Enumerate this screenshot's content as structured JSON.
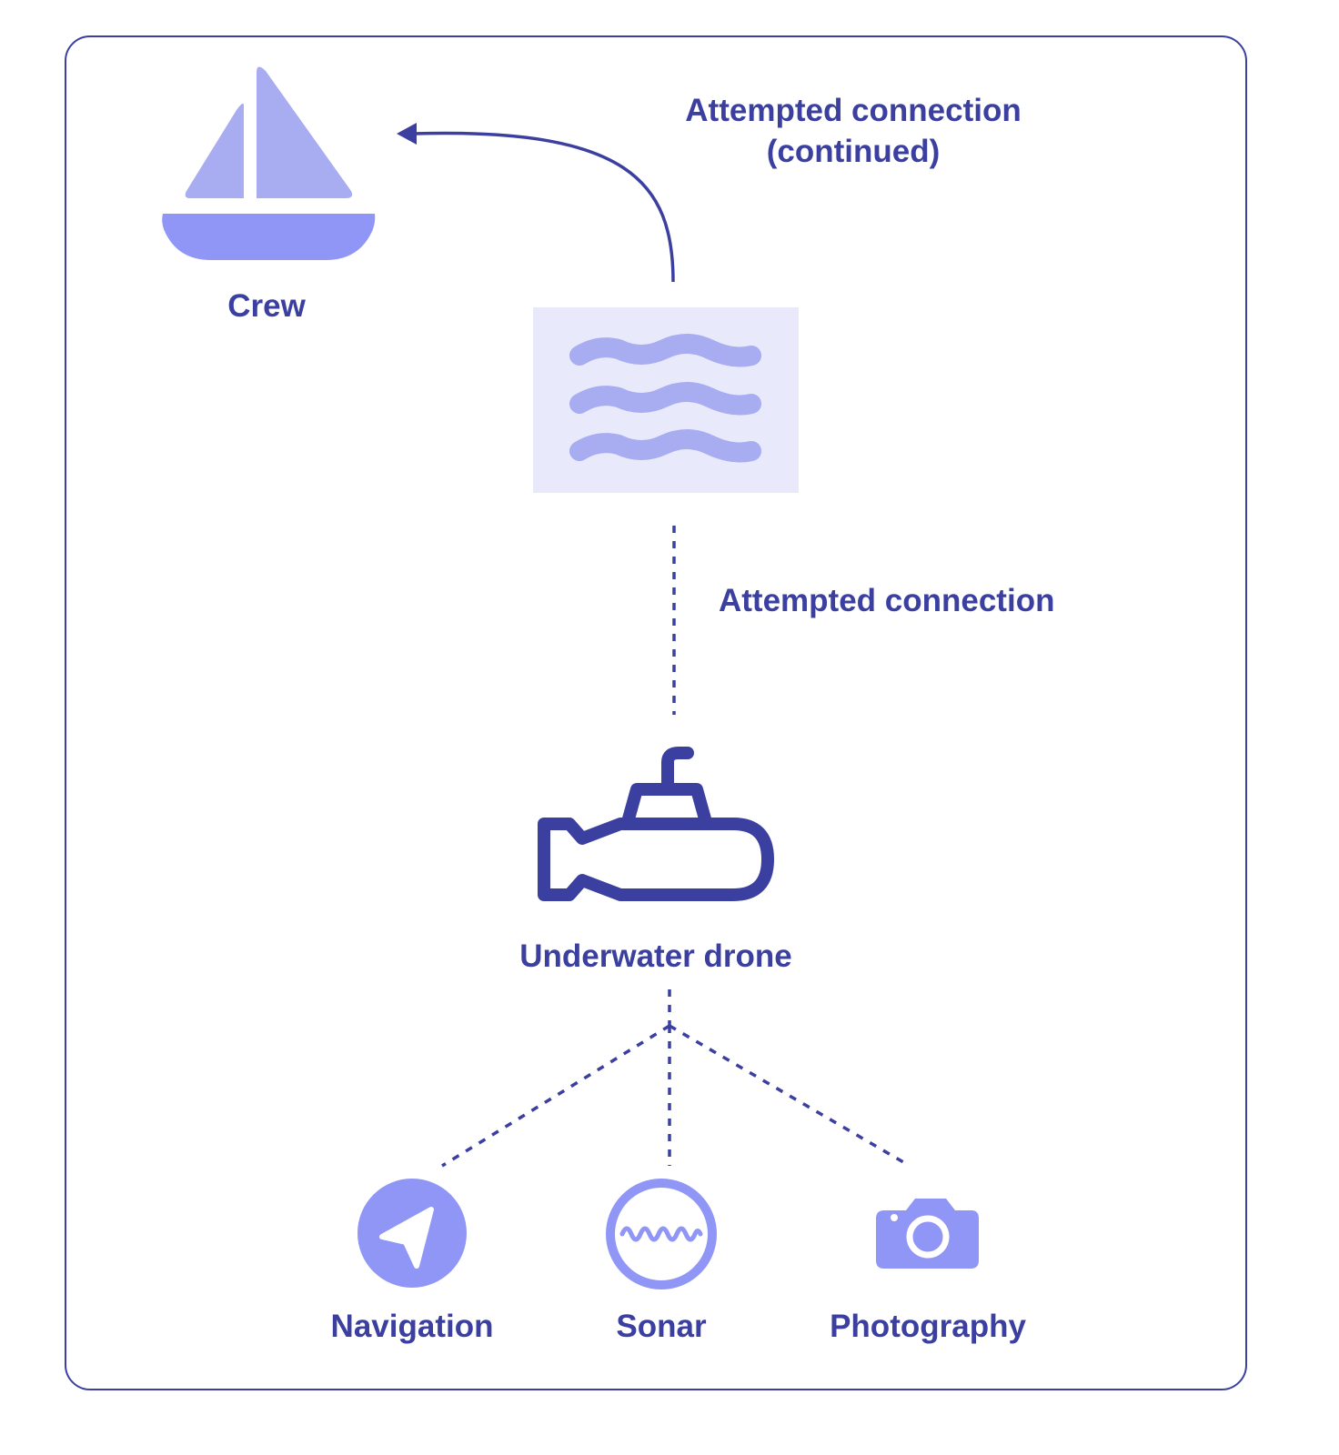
{
  "colors": {
    "primary": "#3b40a0",
    "icon_fill": "#9096f5",
    "sail_fill": "#a8acf0",
    "water_bg": "#e8eafc",
    "wave_fill": "#a8acf0"
  },
  "labels": {
    "crew": "Crew",
    "attempted_connection_continued_line1": "Attempted connection",
    "attempted_connection_continued_line2": "(continued)",
    "attempted_connection": "Attempted connection",
    "underwater_drone": "Underwater drone",
    "navigation": "Navigation",
    "sonar": "Sonar",
    "photography": "Photography"
  },
  "icons": {
    "crew": "sailboat-icon",
    "water": "waves-icon",
    "drone": "submarine-icon",
    "navigation": "navigation-arrow-icon",
    "sonar": "sonar-wave-icon",
    "photography": "camera-icon"
  }
}
